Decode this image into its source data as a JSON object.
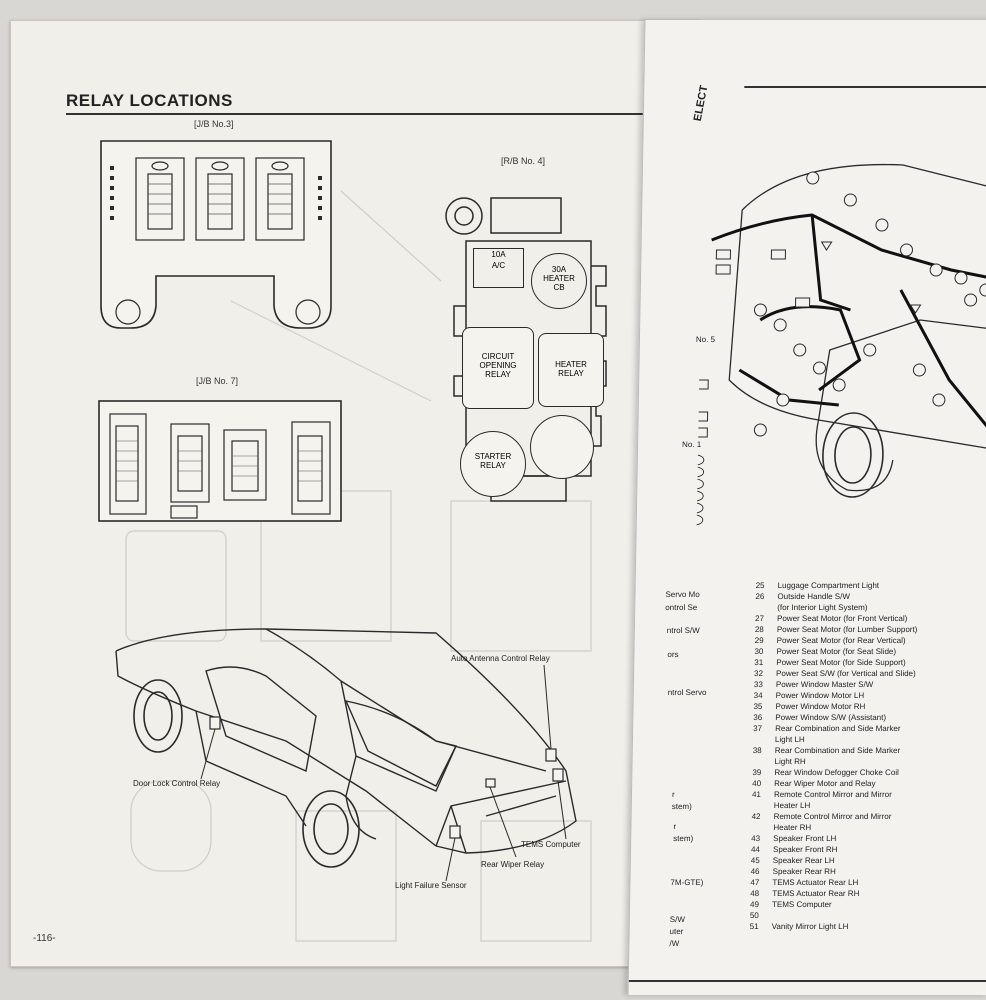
{
  "left_page": {
    "title": "RELAY LOCATIONS",
    "page_number": "-116-",
    "jb3_label": "[J/B No.3]",
    "rb4_label": "[R/B No. 4]",
    "jb7_label": "[J/B No. 7]",
    "rb4_parts": {
      "fuse_10a": "10A",
      "fuse_ac": "A/C",
      "heater_cb_line1": "30A",
      "heater_cb_line2": "HEATER",
      "heater_cb_line3": "CB",
      "circuit_line1": "CIRCUIT",
      "circuit_line2": "OPENING",
      "circuit_line3": "RELAY",
      "heater_relay_line1": "HEATER",
      "heater_relay_line2": "RELAY",
      "starter_line1": "STARTER",
      "starter_line2": "RELAY"
    },
    "callouts": {
      "auto_antenna": "Auto Antenna Control Relay",
      "door_lock": "Door Lock Control Relay",
      "tems_computer": "TEMS Computer",
      "rear_wiper": "Rear Wiper Relay",
      "light_failure": "Light Failure Sensor"
    }
  },
  "right_page": {
    "header_fragment": "ELECT",
    "no5": "No. 5",
    "no1": "No. 1",
    "legend": [
      {
        "n": "25",
        "text": "Luggage Compartment Light"
      },
      {
        "n": "26",
        "text": "Outside Handle S/W"
      },
      {
        "n": "",
        "text": "(for Interior Light System)"
      },
      {
        "n": "27",
        "text": "Power Seat Motor (for Front Vertical)"
      },
      {
        "n": "28",
        "text": "Power Seat Motor (for Lumber Support)"
      },
      {
        "n": "29",
        "text": "Power Seat Motor (for Rear Vertical)"
      },
      {
        "n": "30",
        "text": "Power Seat Motor (for Seat Slide)"
      },
      {
        "n": "31",
        "text": "Power Seat Motor (for Side Support)"
      },
      {
        "n": "32",
        "text": "Power Seat S/W (for Vertical and Slide)"
      },
      {
        "n": "33",
        "text": "Power Window Master S/W"
      },
      {
        "n": "34",
        "text": "Power Window Motor LH"
      },
      {
        "n": "35",
        "text": "Power Window Motor RH"
      },
      {
        "n": "36",
        "text": "Power Window S/W (Assistant)"
      },
      {
        "n": "37",
        "text": "Rear Combination and Side Marker"
      },
      {
        "n": "",
        "text": "Light LH"
      },
      {
        "n": "38",
        "text": "Rear Combination and Side Marker"
      },
      {
        "n": "",
        "text": "Light RH"
      },
      {
        "n": "39",
        "text": "Rear Window Defogger Choke Coil"
      },
      {
        "n": "40",
        "text": "Rear Wiper Motor and Relay"
      },
      {
        "n": "41",
        "text": "Remote Control Mirror and Mirror"
      },
      {
        "n": "",
        "text": "Heater LH"
      },
      {
        "n": "42",
        "text": "Remote Control Mirror and Mirror"
      },
      {
        "n": "",
        "text": "Heater RH"
      },
      {
        "n": "43",
        "text": "Speaker Front LH"
      },
      {
        "n": "44",
        "text": "Speaker Front RH"
      },
      {
        "n": "45",
        "text": "Speaker Rear LH"
      },
      {
        "n": "46",
        "text": "Speaker Rear RH"
      },
      {
        "n": "47",
        "text": "TEMS Actuator Rear LH"
      },
      {
        "n": "48",
        "text": "TEMS Actuator Rear RH"
      },
      {
        "n": "49",
        "text": "TEMS Computer"
      },
      {
        "n": "50",
        "text": ""
      },
      {
        "n": "51",
        "text": "Vanity Mirror Light LH"
      }
    ],
    "cut_text": [
      "Servo Mo",
      "ontrol Se",
      "ntrol S/W",
      "ors",
      "ntrol Servo",
      "r",
      "stem)",
      "r",
      "stem)",
      "7M-GTE)",
      "S/W",
      "uter",
      "/W"
    ]
  }
}
